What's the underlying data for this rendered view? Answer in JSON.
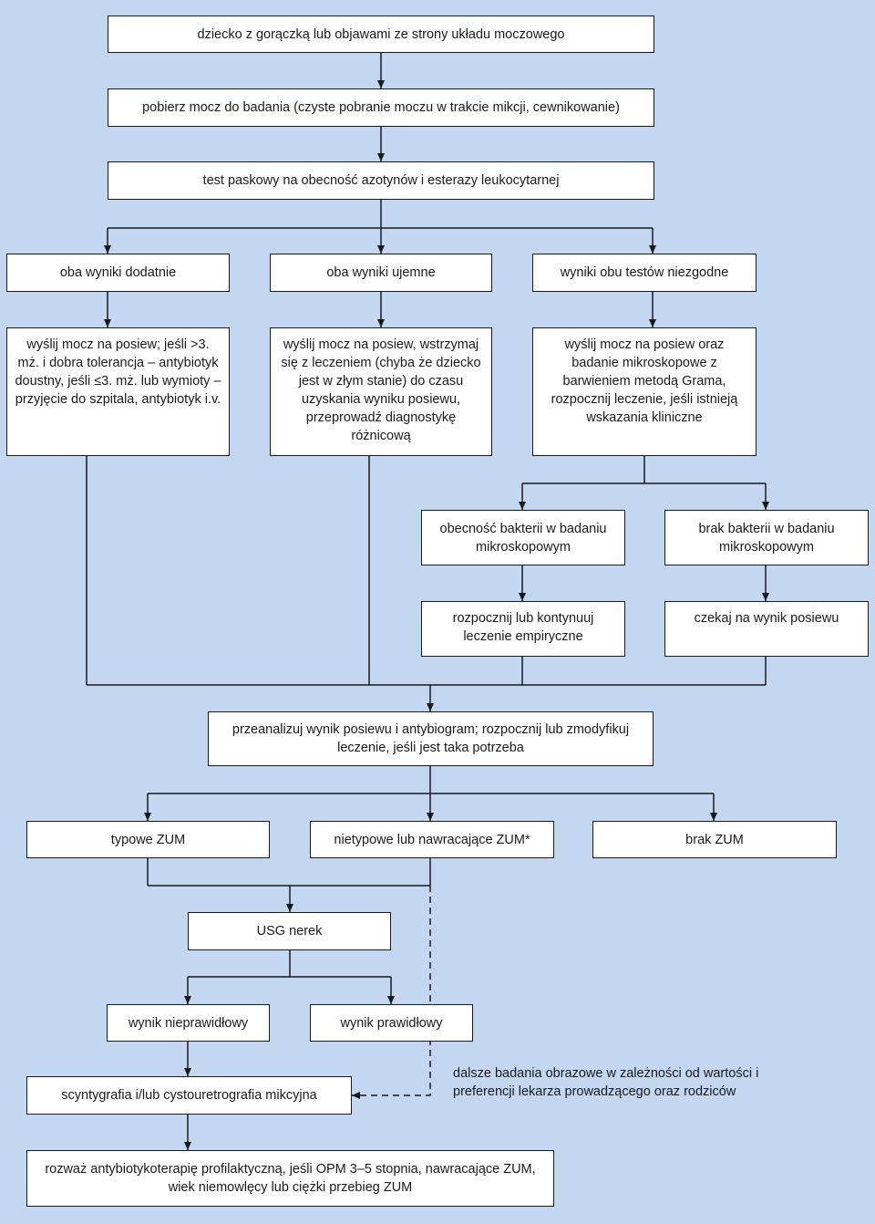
{
  "nodes": {
    "start": "dziecko z gorączką lub objawami ze strony układu moczowego",
    "collect": "pobierz mocz do badania (czyste pobranie moczu w trakcie mikcji, cewnikowanie)",
    "dipstick": "test paskowy na obecność azotynów i esterazy leukocytarnej",
    "both_positive": "oba wyniki dodatnie",
    "both_negative": "oba wyniki ujemne",
    "discordant": "wyniki obu testów niezgodne",
    "positive_action": "wyślij mocz na posiew; jeśli >3. mż. i dobra tolerancja – antybiotyk doustny, jeśli ≤3. mż. lub wymioty – przyjęcie do szpitala, antybiotyk i.v.",
    "negative_action": "wyślij mocz na posiew, wstrzymaj się z leczeniem (chyba że dziecko jest w złym stanie) do czasu uzyskania wyniku posiewu, przeprowadź diagnostykę różnicową",
    "discordant_action": "wyślij mocz na posiew oraz badanie mikroskopowe z barwieniem metodą Grama, rozpocznij leczenie, jeśli istnieją wskazania kliniczne",
    "bacteria_present": "obecność bakterii w badaniu mikroskopowym",
    "bacteria_absent": "brak bakterii w badaniu mikroskopowym",
    "start_empiric": "rozpocznij lub kontynuuj leczenie empiryczne",
    "wait_culture": "czekaj na wynik posiewu",
    "analyze": "przeanalizuj wynik posiewu i antybiogram; rozpocznij lub zmodyfikuj leczenie, jeśli jest taka potrzeba",
    "typical_uti": "typowe ZUM",
    "atypical_uti": "nietypowe lub nawracające ZUM*",
    "no_uti": "brak ZUM",
    "usg": "USG nerek",
    "abnormal": "wynik nieprawidłowy",
    "normal": "wynik prawidłowy",
    "scintigraphy": "scyntygrafia i/lub cystouretrografia mikcyjna",
    "prophylaxis": "rozważ antybiotykoterapię profilaktyczną, jeśli OPM 3–5 stopnia, nawracające ZUM, wiek niemowlęcy lub ciężki przebieg ZUM"
  },
  "note": "dalsze badania obrazowe w zależności od wartości i preferencji lekarza prowadzącego oraz rodziców",
  "colors": {
    "background": "#c4d7f0",
    "box": "#ffffff",
    "line": "#1a1a1a"
  }
}
